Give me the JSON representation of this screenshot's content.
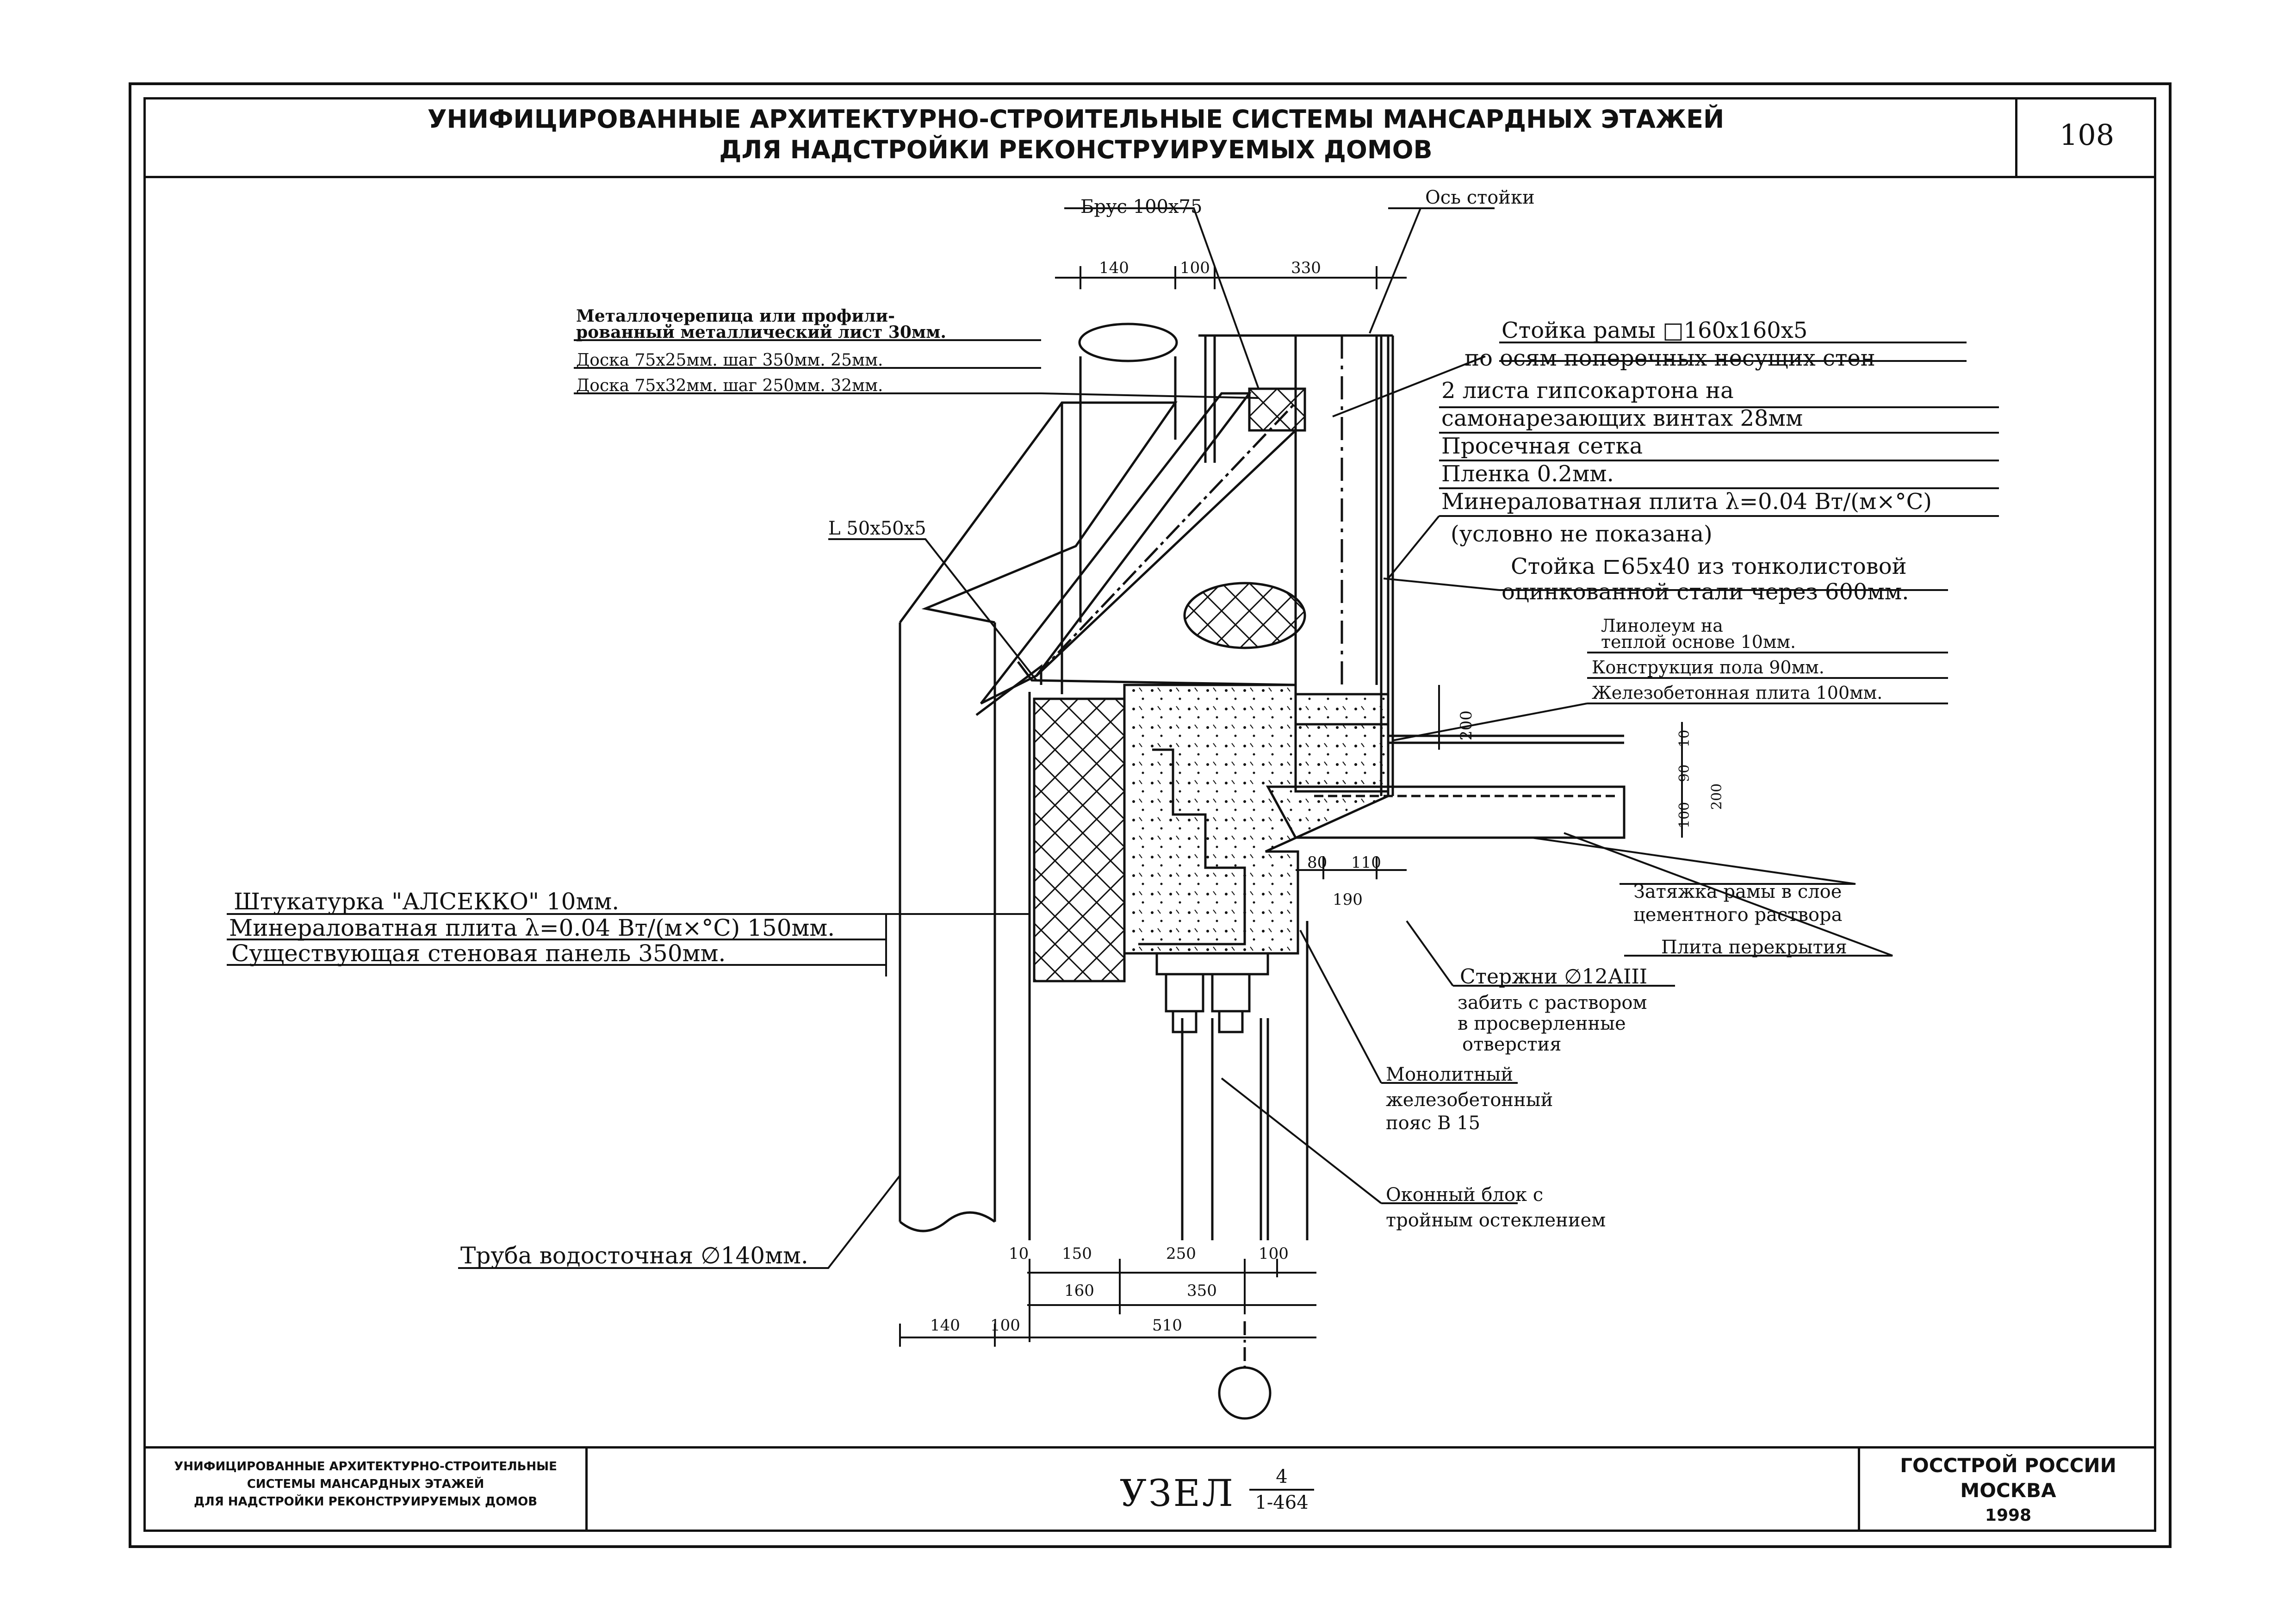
{
  "header": {
    "title_line1": "УНИФИЦИРОВАННЫЕ АРХИТЕКТУРНО-СТРОИТЕЛЬНЫЕ СИСТЕМЫ МАНСАРДНЫХ ЭТАЖЕЙ",
    "title_line2": "ДЛЯ НАДСТРОЙКИ РЕКОНСТРУИРУЕМЫХ ДОМОВ",
    "page_number": "108"
  },
  "labels": {
    "beam": "Брус 100х75",
    "axis": "Ось стойки",
    "roof1": "Металлочерепица или профили-",
    "roof2": "рованный металлический лист  30мм.",
    "board1": "Доска 75х25мм. шаг 350мм.     25мм.",
    "board2": "Доска 75х32мм. шаг 250мм.     32мм.",
    "angle": "L 50х50х5",
    "post1": "Стойка рамы □160х160х5",
    "post2": "по осям поперечных несущих стен",
    "gyp1": "2 листа гипсокартона на",
    "gyp2": "самонарезающих винтах       28мм",
    "mesh": "Просечная сетка",
    "film": "Пленка                   0.2мм.",
    "wool": "Минераловатная плита λ=0.04 Вт/(м×°С)",
    "cond": "(условно не показана)",
    "stud1": "Стойка  ⊏65х40 из тонколистовой",
    "stud2": "оцинкованной стали через 600мм.",
    "lino1": "Линолеум на",
    "lino2": "теплой основе          10мм.",
    "floor": "Конструкция пола      90мм.",
    "slab": "Железобетонная плита  100мм.",
    "plaster": "Штукатурка \"АЛСЕККО\"              10мм.",
    "wool2": "Минераловатная плита λ=0.04 Вт/(м×°С) 150мм.",
    "panel": "Существующая стеновая панель        350мм.",
    "tie1": "Затяжка рамы в слое",
    "tie2": "цементного раствора",
    "slab2": "Плита перекрытия",
    "rod1": "Стержни ∅12АIII",
    "rod2": "забить с раствором",
    "rod3": "в просверленные",
    "rod4": "отверстия",
    "belt1": "Монолитный",
    "belt2": "железобетонный",
    "belt3": "пояс В 15",
    "win1": "Оконный блок с",
    "win2": "тройным остеклением",
    "pipe": "Труба водосточная ∅140мм."
  },
  "dims": {
    "top": [
      "140",
      "100",
      "330"
    ],
    "right": [
      "200",
      "10",
      "90",
      "100",
      "200"
    ],
    "mid": [
      "80",
      "110",
      "190"
    ],
    "bottom1": [
      "10",
      "150",
      "250",
      "100"
    ],
    "bottom2": [
      "160",
      "350"
    ],
    "bottom3": [
      "140",
      "100",
      "510"
    ]
  },
  "footer": {
    "left1": "УНИФИЦИРОВАННЫЕ АРХИТЕКТУРНО-СТРОИТЕЛЬНЫЕ",
    "left2": "СИСТЕМЫ МАНСАРДНЫХ ЭТАЖЕЙ",
    "left3": "ДЛЯ НАДСТРОЙКИ РЕКОНСТРУИРУЕМЫХ ДОМОВ",
    "node": "УЗЕЛ",
    "node_num": "4",
    "node_series": "1-464",
    "org": "ГОССТРОЙ РОССИИ",
    "city": "МОСКВА",
    "year": "1998"
  }
}
